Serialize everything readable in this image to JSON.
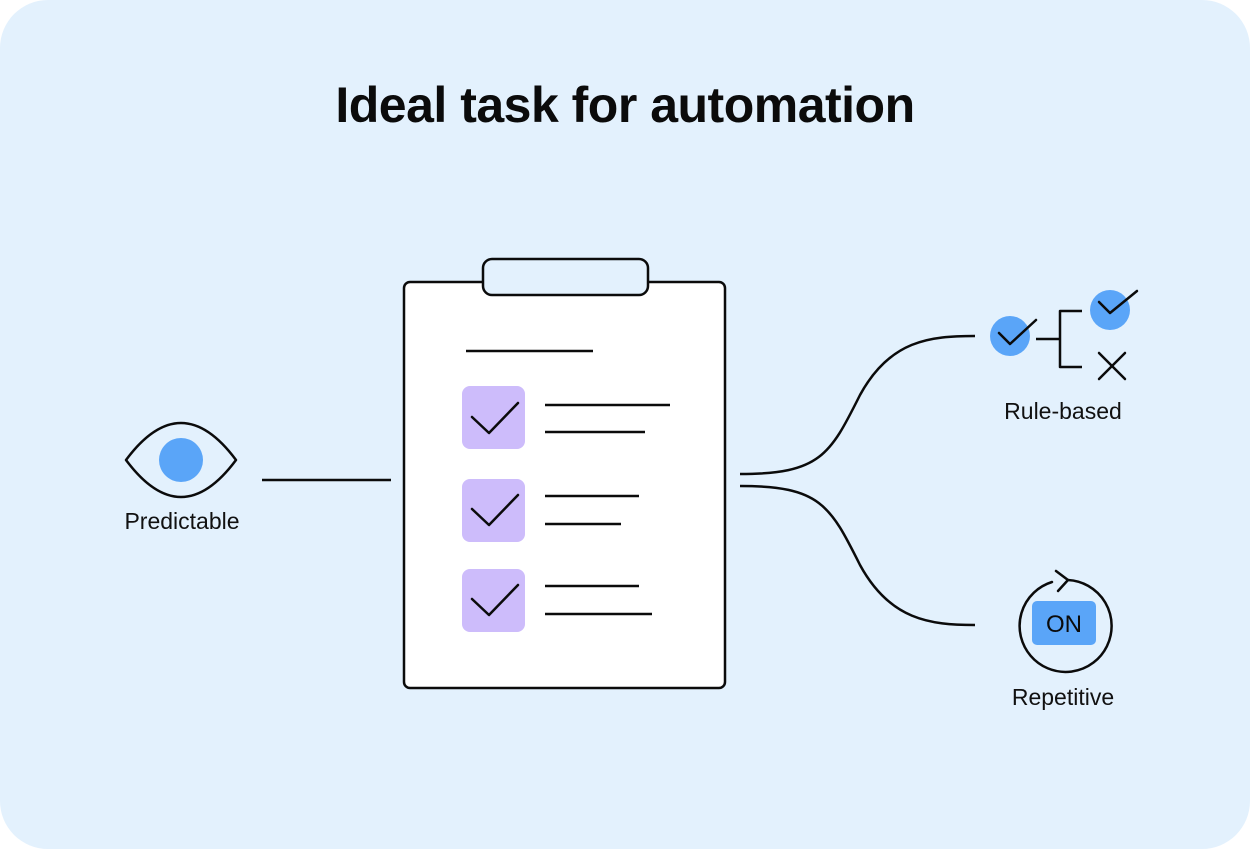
{
  "title": "Ideal task for automation",
  "labels": {
    "predictable": "Predictable",
    "rule_based": "Rule-based",
    "repetitive": "Repetitive"
  },
  "toggle_text": "ON",
  "checklist": {
    "item_count": 3
  },
  "colors": {
    "background": "#e3f1fd",
    "accent_blue": "#5aa5f8",
    "check_purple": "#cdbcfb",
    "stroke": "#0b0b0b",
    "paper": "#ffffff"
  },
  "icons": [
    "eye-icon",
    "clipboard-icon",
    "checkbox-icon",
    "decision-branch-icon",
    "check-icon",
    "cross-icon",
    "refresh-cycle-icon",
    "on-toggle-icon"
  ]
}
